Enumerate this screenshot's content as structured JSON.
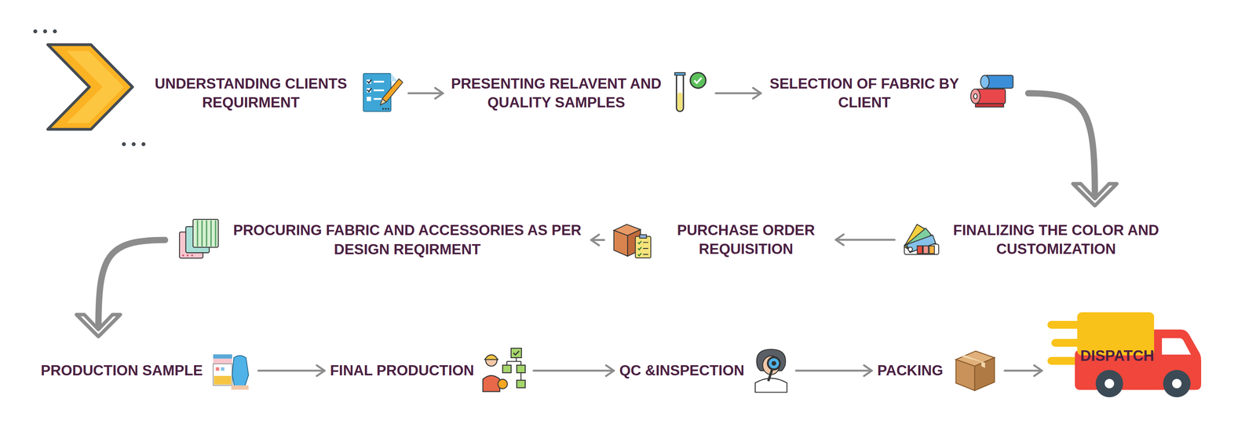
{
  "diagram": {
    "nodes": [
      {
        "text": [
          "UNDERSTANDING CLIENTS REQUIRMENT"
        ]
      },
      {
        "text": [
          "PRESENTING RELAVENT AND QUALITY SAMPLES"
        ]
      },
      {
        "text": [
          "SELECTION OF FABRIC BY CLIENT"
        ]
      },
      {
        "text": [
          "FINALIZING THE COLOR AND CUSTOMIZATION"
        ]
      },
      {
        "text": [
          "PURCHASE ORDER REQUISITION"
        ]
      },
      {
        "text": [
          "PROCURING FABRIC AND ACCESSORIES AS PER DESIGN REQIRMENT"
        ]
      },
      {
        "text": [
          "PRODUCTION SAMPLE"
        ]
      },
      {
        "text": [
          "FINAL PRODUCTION"
        ]
      },
      {
        "text": [
          "QC &INSPECTION"
        ]
      },
      {
        "text": [
          "PACKING"
        ]
      },
      {
        "text": [
          "DISPATCH"
        ]
      }
    ],
    "edges": [
      {
        "from": 0,
        "to": 1,
        "arrow": "to"
      },
      {
        "from": 1,
        "to": 2,
        "arrow": "to"
      },
      {
        "from": 2,
        "to": 3,
        "arrow": "to"
      },
      {
        "from": 3,
        "to": 4,
        "arrow": "to"
      },
      {
        "from": 4,
        "to": 5,
        "arrow": "to"
      },
      {
        "from": 5,
        "to": 6,
        "arrow": "to"
      },
      {
        "from": 6,
        "to": 7,
        "arrow": "to"
      },
      {
        "from": 7,
        "to": 8,
        "arrow": "to"
      },
      {
        "from": 8,
        "to": 9,
        "arrow": "to"
      },
      {
        "from": 9,
        "to": 10,
        "arrow": "to"
      }
    ]
  }
}
